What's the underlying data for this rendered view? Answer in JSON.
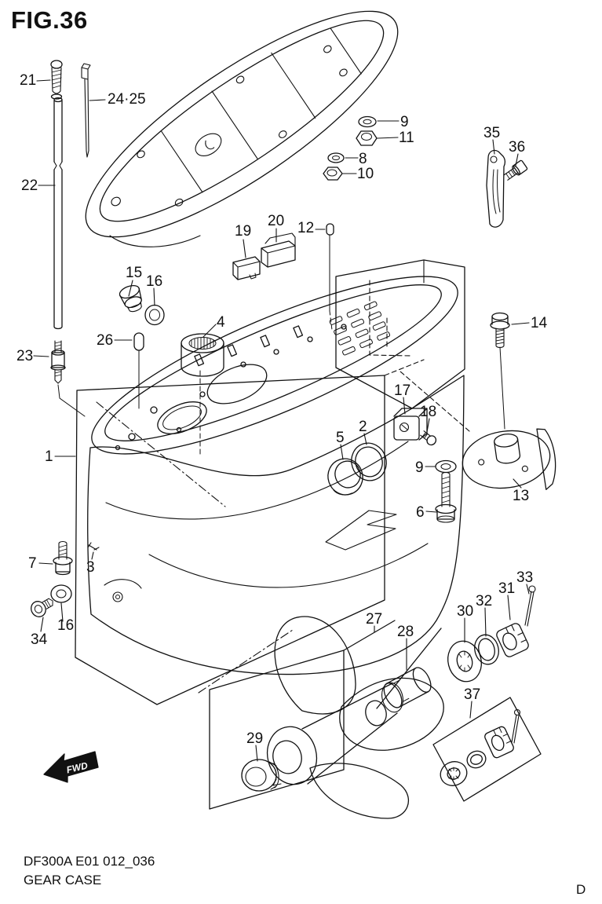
{
  "figure": {
    "title": "FIG.36",
    "model_code": "DF300A E01 012_036",
    "caption": "GEAR CASE",
    "page_letter": "D",
    "fwd_label": "FWD"
  },
  "diagram": {
    "type": "exploded-parts-diagram",
    "subject": "outboard motor gear case assembly"
  },
  "callouts": [
    {
      "ref": "21"
    },
    {
      "ref": "24·25"
    },
    {
      "ref": "22"
    },
    {
      "ref": "23"
    },
    {
      "ref": "15"
    },
    {
      "ref": "16"
    },
    {
      "ref": "26"
    },
    {
      "ref": "4"
    },
    {
      "ref": "19"
    },
    {
      "ref": "20"
    },
    {
      "ref": "12"
    },
    {
      "ref": "9"
    },
    {
      "ref": "11"
    },
    {
      "ref": "8"
    },
    {
      "ref": "10"
    },
    {
      "ref": "35"
    },
    {
      "ref": "36"
    },
    {
      "ref": "14"
    },
    {
      "ref": "17"
    },
    {
      "ref": "18"
    },
    {
      "ref": "9"
    },
    {
      "ref": "6"
    },
    {
      "ref": "13"
    },
    {
      "ref": "5"
    },
    {
      "ref": "2"
    },
    {
      "ref": "1"
    },
    {
      "ref": "7"
    },
    {
      "ref": "3"
    },
    {
      "ref": "16"
    },
    {
      "ref": "34"
    },
    {
      "ref": "27"
    },
    {
      "ref": "28"
    },
    {
      "ref": "30"
    },
    {
      "ref": "32"
    },
    {
      "ref": "31"
    },
    {
      "ref": "33"
    },
    {
      "ref": "29"
    },
    {
      "ref": "37"
    }
  ]
}
